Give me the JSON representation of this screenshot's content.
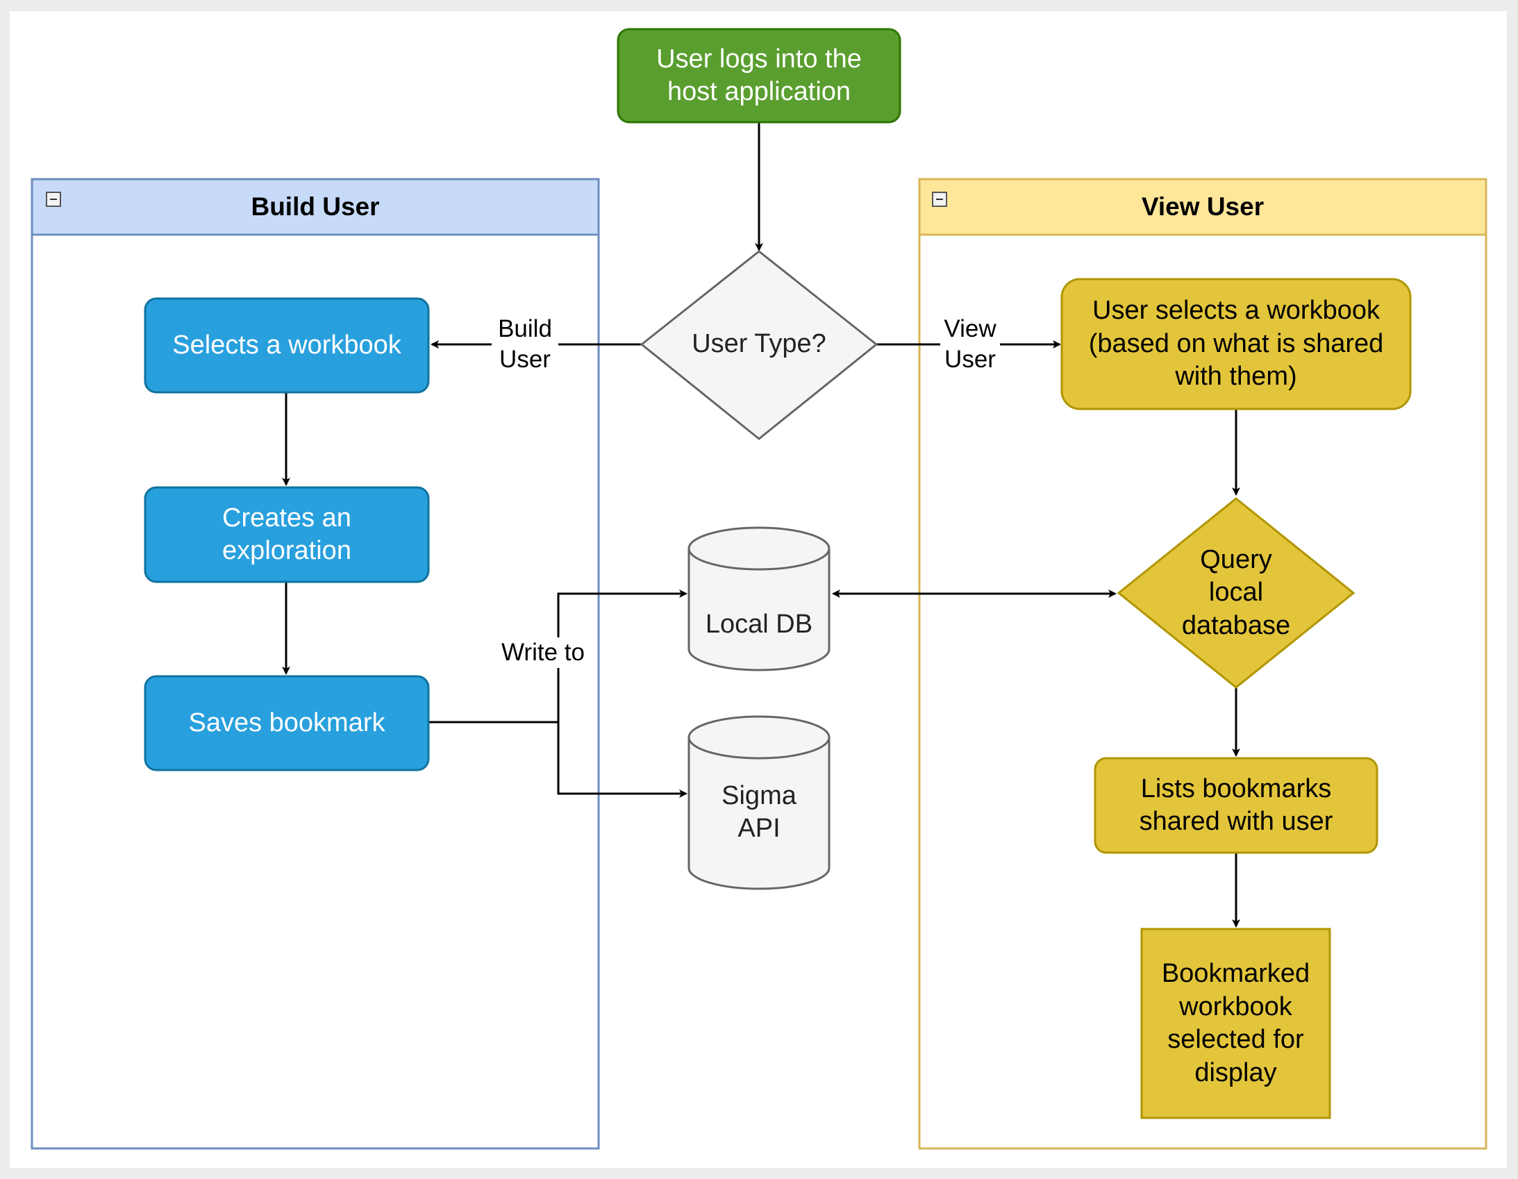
{
  "lanes": {
    "build": {
      "title": "Build User",
      "color": "#6c8ebf",
      "header_fill": "#c7daf8"
    },
    "view": {
      "title": "View User",
      "color": "#d6b656",
      "header_fill": "#ffe79a"
    }
  },
  "nodes": {
    "start": {
      "label": "User logs into the\nhost application",
      "fill": "#5a9e2f",
      "stroke": "#2d7600"
    },
    "decision": {
      "label": "User Type?",
      "fill": "#f5f5f5",
      "stroke": "#666666"
    },
    "build_select": {
      "label": "Selects a workbook",
      "fill": "#29a0de",
      "stroke": "#10739e"
    },
    "build_explore": {
      "label": "Creates an\nexploration",
      "fill": "#29a0de",
      "stroke": "#10739e"
    },
    "build_save": {
      "label": "Saves bookmark",
      "fill": "#29a0de",
      "stroke": "#10739e"
    },
    "local_db": {
      "label": "Local DB",
      "fill": "#f5f5f5",
      "stroke": "#666666"
    },
    "sigma_api": {
      "label": "Sigma\nAPI",
      "fill": "#f5f5f5",
      "stroke": "#666666"
    },
    "view_select": {
      "label": "User selects a workbook\n(based on what is shared\nwith them)",
      "fill": "#e3c53b",
      "stroke": "#b09500"
    },
    "view_query": {
      "label": "Query\nlocal\ndatabase",
      "fill": "#e3c53b",
      "stroke": "#b09500"
    },
    "view_list": {
      "label": "Lists bookmarks\nshared with user",
      "fill": "#e3c53b",
      "stroke": "#b09500"
    },
    "view_display": {
      "label": "Bookmarked\nworkbook\nselected for\ndisplay",
      "fill": "#e3c53b",
      "stroke": "#b09500"
    }
  },
  "edge_labels": {
    "build_user": "Build\nUser",
    "view_user": "View\nUser",
    "write_to": "Write to"
  }
}
